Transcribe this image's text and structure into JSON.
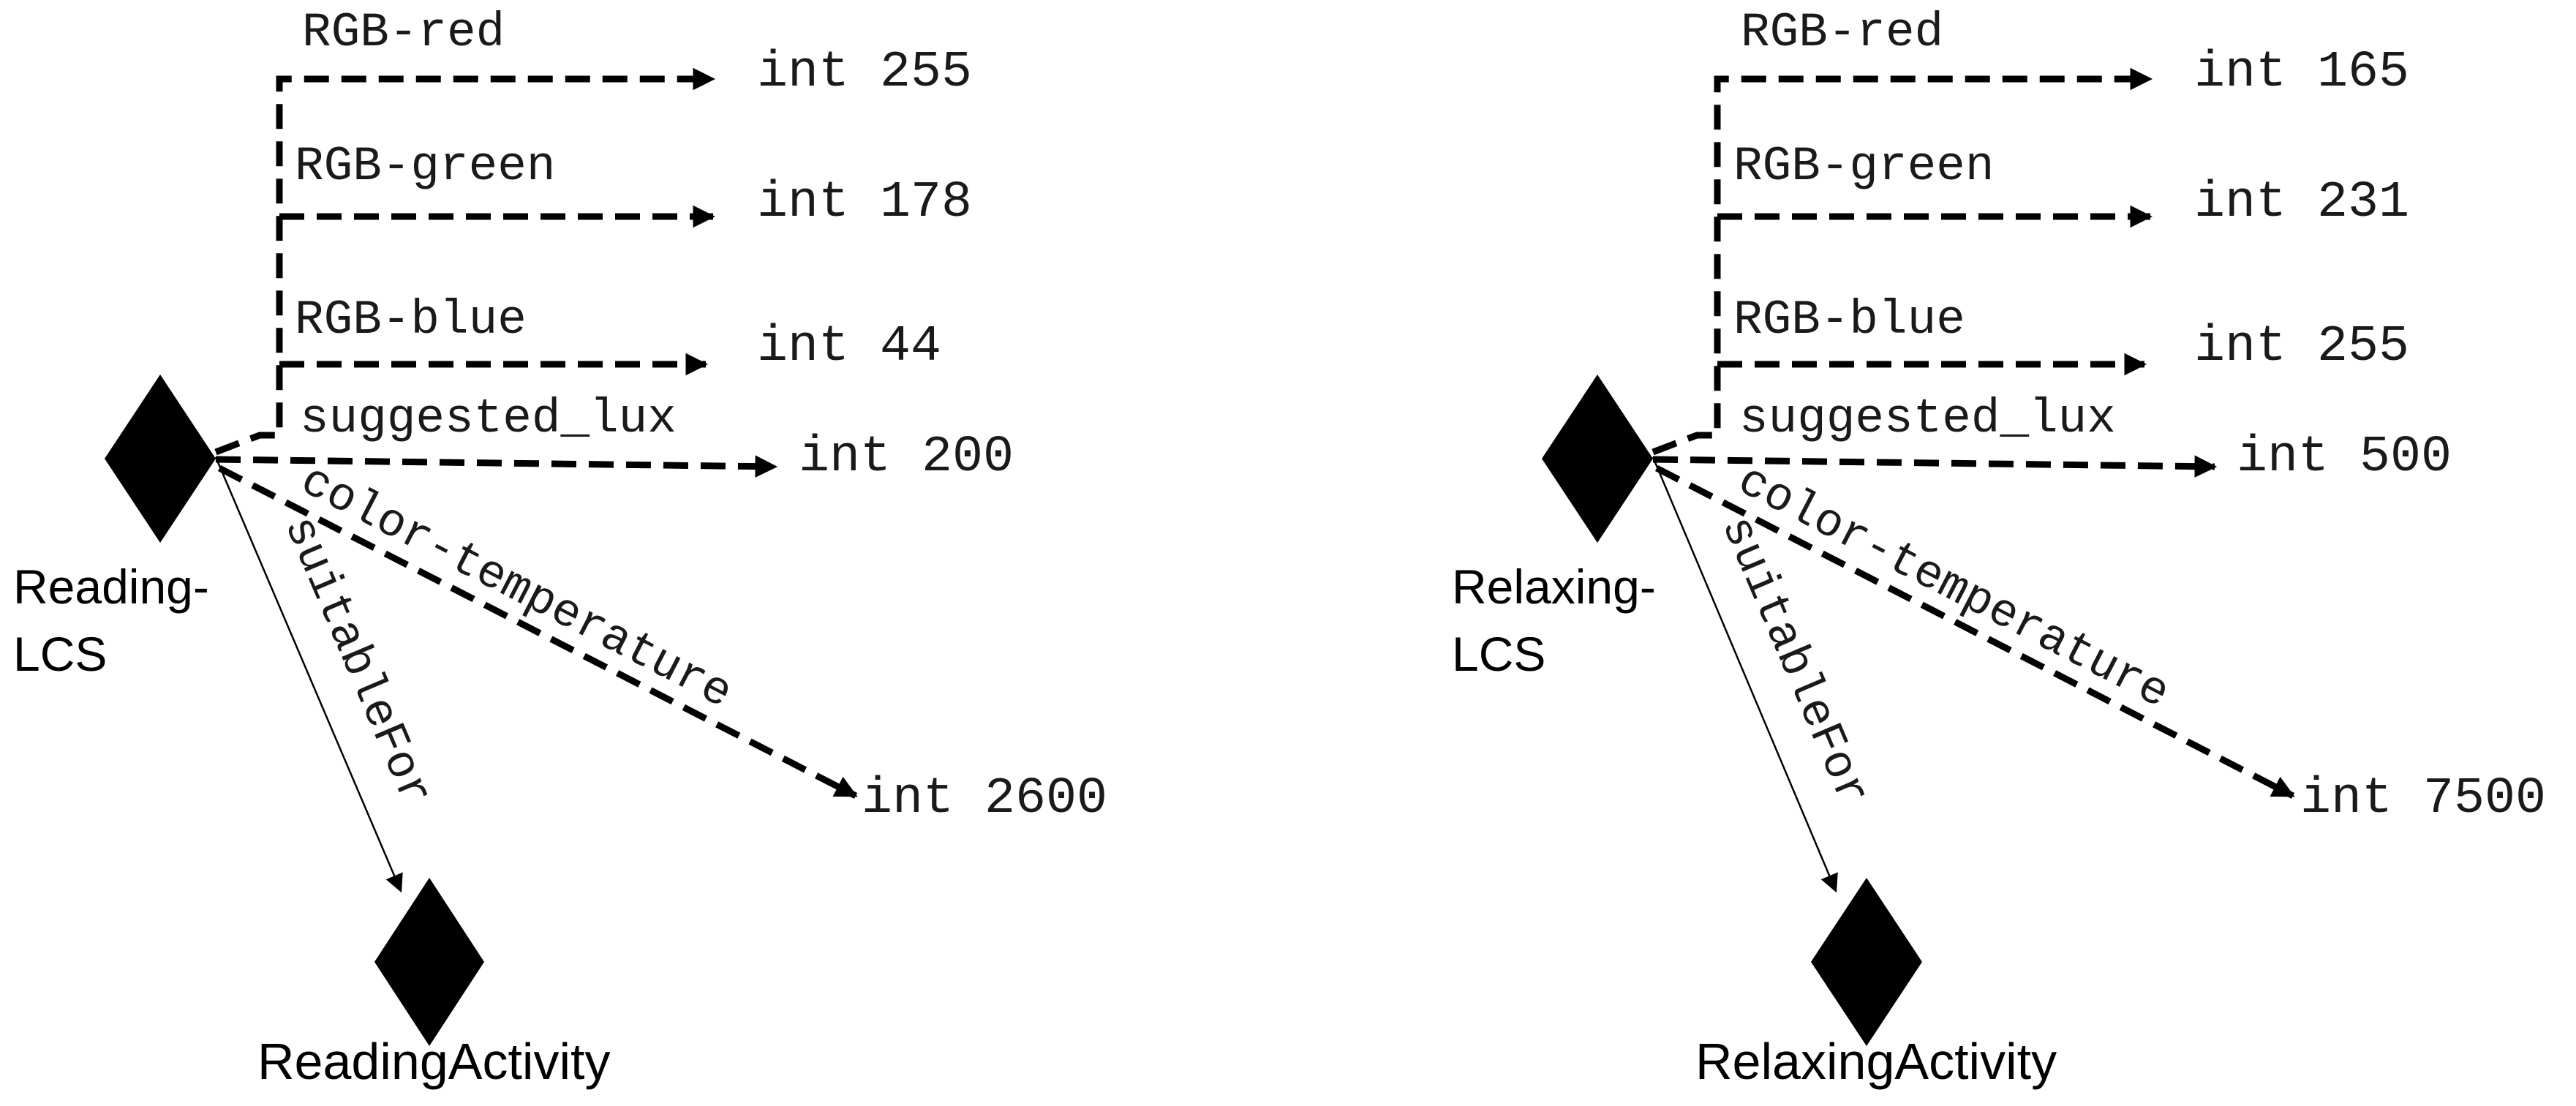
{
  "diagrams": [
    {
      "node": {
        "label_line1": "Reading-",
        "label_line2": "LCS"
      },
      "target": {
        "label": "ReadingActivity"
      },
      "edge_suitable": "suitableFor",
      "properties": [
        {
          "name": "RGB-red",
          "value": "int 255"
        },
        {
          "name": "RGB-green",
          "value": "int 178"
        },
        {
          "name": "RGB-blue",
          "value": "int 44"
        },
        {
          "name": "suggested_lux",
          "value": "int 200"
        }
      ],
      "color_temperature": {
        "name": "color-temperature",
        "value": "int 2600"
      }
    },
    {
      "node": {
        "label_line1": "Relaxing-",
        "label_line2": "LCS"
      },
      "target": {
        "label": "RelaxingActivity"
      },
      "edge_suitable": "suitableFor",
      "properties": [
        {
          "name": "RGB-red",
          "value": "int 165"
        },
        {
          "name": "RGB-green",
          "value": "int 231"
        },
        {
          "name": "RGB-blue",
          "value": "int 255"
        },
        {
          "name": "suggested_lux",
          "value": "int 500"
        }
      ],
      "color_temperature": {
        "name": "color-temperature",
        "value": "int 7500"
      }
    }
  ]
}
